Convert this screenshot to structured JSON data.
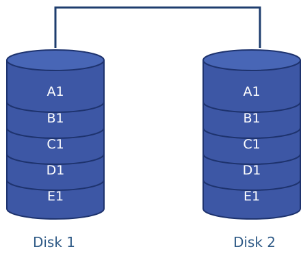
{
  "colors": {
    "disk_fill": "#3d57a5",
    "disk_top": "#4866b6",
    "disk_line": "#1e336e",
    "connector": "#1e3d6e",
    "label_text": "#ffffff",
    "caption_text": "#2f5a86"
  },
  "disks": [
    {
      "label": "Disk 1",
      "blocks": [
        "A1",
        "B1",
        "C1",
        "D1",
        "E1"
      ]
    },
    {
      "label": "Disk 2",
      "blocks": [
        "A1",
        "B1",
        "C1",
        "D1",
        "E1"
      ]
    }
  ]
}
